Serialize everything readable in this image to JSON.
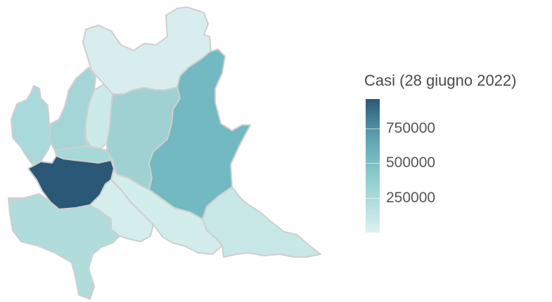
{
  "map": {
    "region": "Lombardia",
    "provinces": [
      {
        "name": "Sondrio",
        "color": "#d8eeee"
      },
      {
        "name": "Varese",
        "color": "#a9d9da"
      },
      {
        "name": "Como",
        "color": "#a5d6d7"
      },
      {
        "name": "Lecco",
        "color": "#cdeaea"
      },
      {
        "name": "Bergamo",
        "color": "#9fd1d2"
      },
      {
        "name": "Brescia",
        "color": "#73b9c1"
      },
      {
        "name": "Milano",
        "color": "#2b5876"
      },
      {
        "name": "Monza e Brianza",
        "color": "#a7d8d8"
      },
      {
        "name": "Pavia",
        "color": "#b0dcdc"
      },
      {
        "name": "Lodi",
        "color": "#d5eded"
      },
      {
        "name": "Cremona",
        "color": "#d3ecec"
      },
      {
        "name": "Mantova",
        "color": "#c8e7e7"
      }
    ]
  },
  "legend": {
    "title": "Casi (28 giugno 2022)",
    "min": 0,
    "max": 960000,
    "ticks": [
      "750000",
      "500000",
      "250000"
    ]
  }
}
